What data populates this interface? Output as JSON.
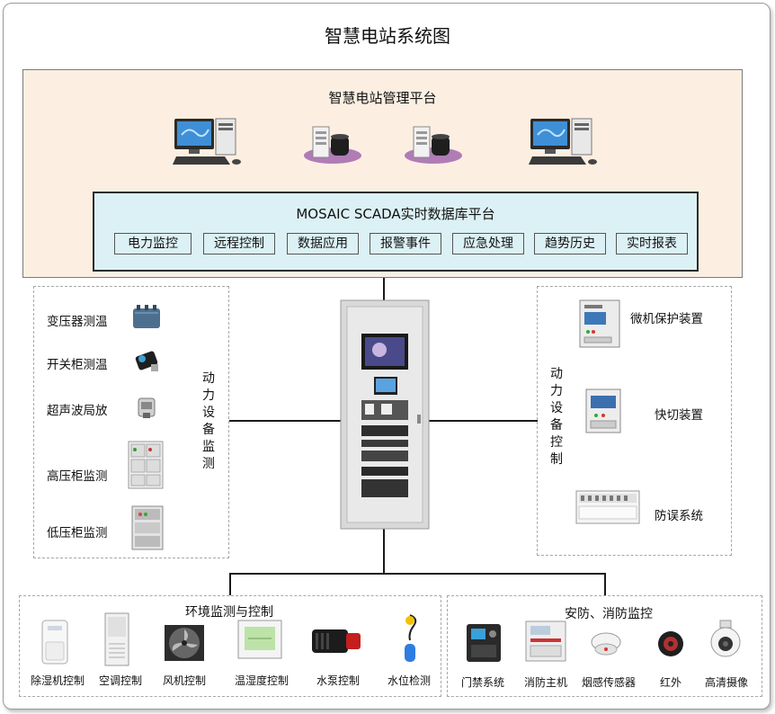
{
  "title": "智慧电站系统图",
  "platform": {
    "title": "智慧电站管理平台",
    "devices": [
      {
        "icon": "workstation-icon"
      },
      {
        "icon": "server-icon"
      },
      {
        "icon": "server-icon"
      },
      {
        "icon": "workstation-icon"
      }
    ]
  },
  "scada": {
    "title": "MOSAIC SCADA实时数据库平台",
    "functions": [
      "电力监控",
      "远程控制",
      "数据应用",
      "报警事件",
      "应急处理",
      "趋势历史",
      "实时报表"
    ]
  },
  "power_monitoring": {
    "title": "动力设备监测",
    "items": [
      {
        "label": "变压器测温",
        "icon": "transformer-icon"
      },
      {
        "label": "开关柜测温",
        "icon": "temperature-sensor-icon"
      },
      {
        "label": "超声波局放",
        "icon": "ultrasonic-sensor-icon"
      },
      {
        "label": "高压柜监测",
        "icon": "high-voltage-cabinet-icon"
      },
      {
        "label": "低压柜监测",
        "icon": "low-voltage-cabinet-icon"
      }
    ]
  },
  "power_control": {
    "title": "动力设备控制",
    "items": [
      {
        "label": "微机保护装置",
        "icon": "protection-relay-icon"
      },
      {
        "label": "快切装置",
        "icon": "fast-switch-icon"
      },
      {
        "label": "防误系统",
        "icon": "anti-misoperation-panel-icon"
      }
    ]
  },
  "environment": {
    "title": "环境监测与控制",
    "items": [
      {
        "label": "除湿机控制",
        "icon": "dehumidifier-icon"
      },
      {
        "label": "空调控制",
        "icon": "air-conditioner-icon"
      },
      {
        "label": "风机控制",
        "icon": "fan-icon"
      },
      {
        "label": "温湿度控制",
        "icon": "thermo-hygrometer-icon"
      },
      {
        "label": "水泵控制",
        "icon": "water-pump-icon"
      },
      {
        "label": "水位检测",
        "icon": "water-level-sensor-icon"
      }
    ]
  },
  "security": {
    "title": "安防、消防监控",
    "items": [
      {
        "label": "门禁系统",
        "icon": "access-control-icon"
      },
      {
        "label": "消防主机",
        "icon": "fire-alarm-host-icon"
      },
      {
        "label": "烟感传感器",
        "icon": "smoke-detector-icon"
      },
      {
        "label": "红外",
        "icon": "infrared-sensor-icon"
      },
      {
        "label": "高清摄像",
        "icon": "hd-camera-icon"
      }
    ]
  }
}
